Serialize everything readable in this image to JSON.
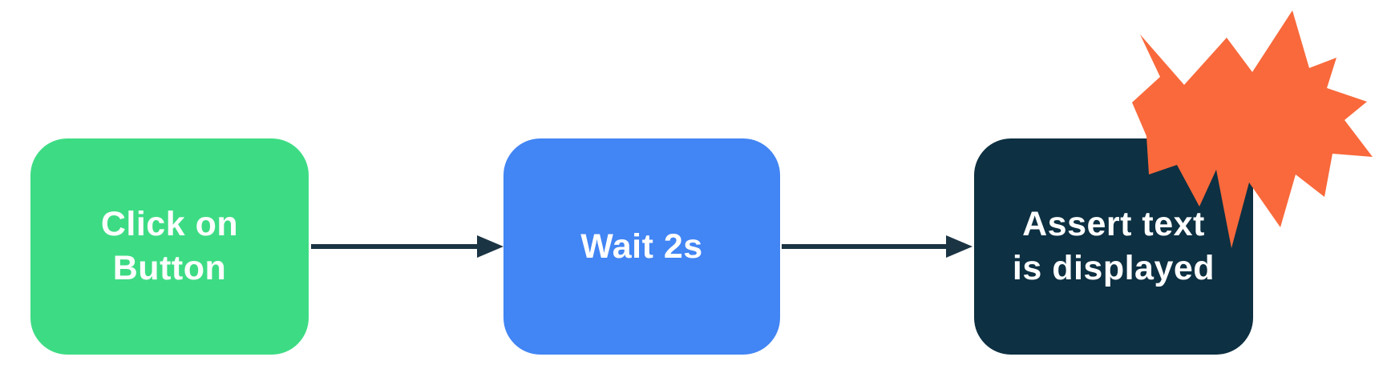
{
  "diagram": {
    "type": "flowchart",
    "nodes": [
      {
        "id": "click-on-button",
        "lines": [
          "Click on",
          "Button"
        ],
        "color": "#3DDC84",
        "text_color": "#FFFFFF"
      },
      {
        "id": "wait-2s",
        "lines": [
          "Wait 2s",
          ""
        ],
        "color": "#4285F4",
        "text_color": "#FFFFFF"
      },
      {
        "id": "assert-text-is-displayed",
        "lines": [
          "Assert text",
          "is displayed"
        ],
        "color": "#0D3042",
        "text_color": "#FFFFFF"
      }
    ],
    "connectors": [
      {
        "from": "Click on Button",
        "to": "Wait 2s",
        "style": "straight-arrow"
      },
      {
        "from": "Wait 2s",
        "to": "Assert text is displayed",
        "style": "straight-arrow"
      }
    ],
    "decorations": [
      {
        "name": "starburst",
        "description": "orange explosion burst over top-right corner of assert node",
        "color": "#F9693B"
      }
    ],
    "colors": {
      "background": "#FFFFFF",
      "arrow": "#1B3444",
      "star": "#F9693B"
    }
  }
}
